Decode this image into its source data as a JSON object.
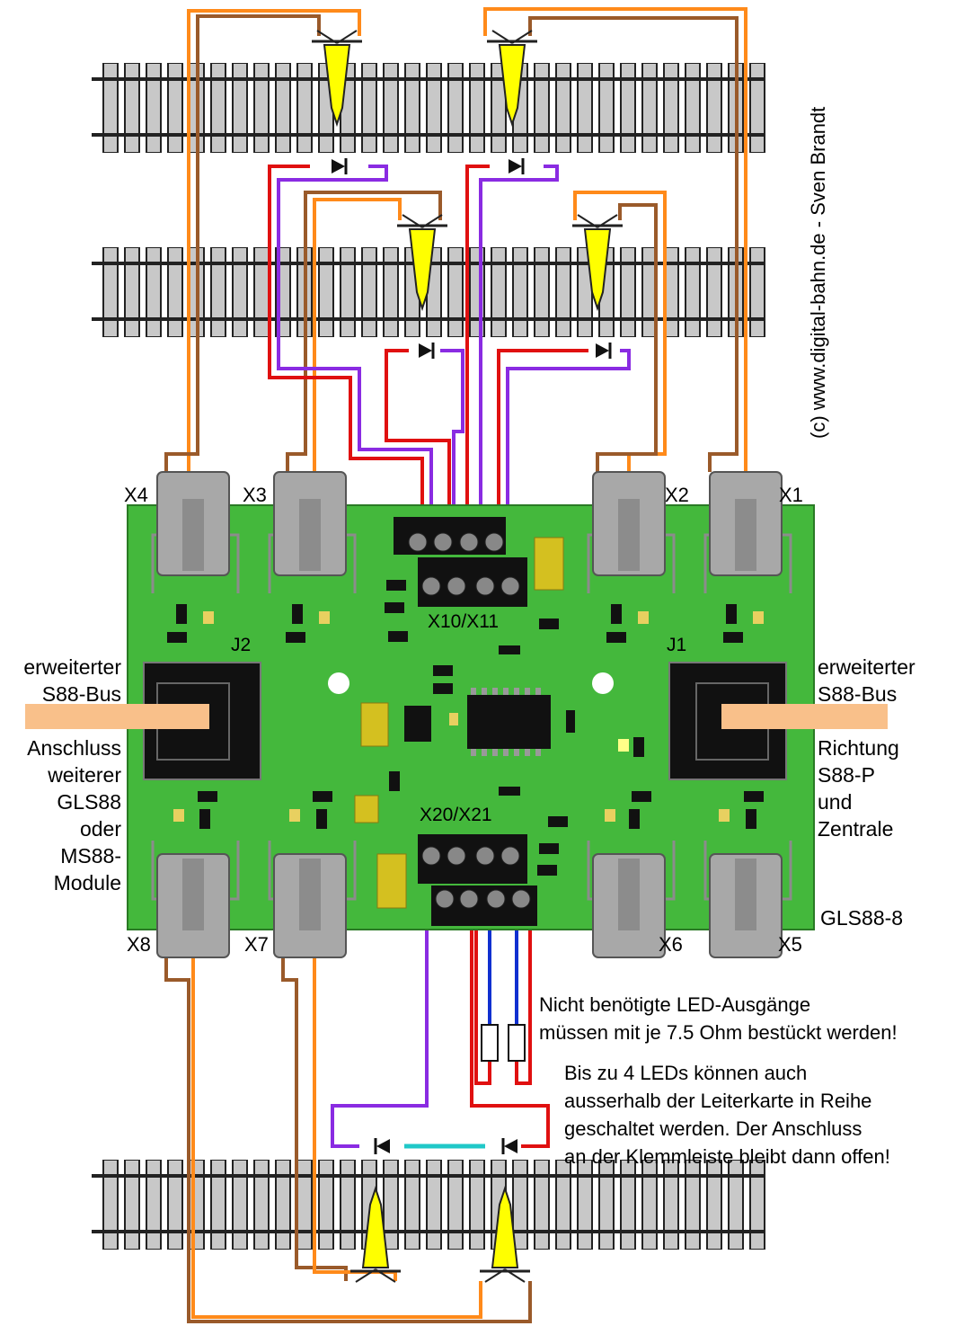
{
  "copyright": "(c) www.digital-bahn.de - Sven Brandt",
  "connectors": {
    "top": [
      "X4",
      "X3",
      "X2",
      "X1"
    ],
    "bottom": [
      "X8",
      "X7",
      "X6",
      "X5"
    ],
    "terminal_top": "X10/X11",
    "terminal_bottom": "X20/X21",
    "jack_left": "J2",
    "jack_right": "J1"
  },
  "board_name": "GLS88-8",
  "left_note": [
    "erweiterter",
    "S88-Bus",
    "Anschluss",
    "weiterer",
    "GLS88",
    "oder",
    "MS88-",
    "Module"
  ],
  "right_note": [
    "erweiterter",
    "S88-Bus",
    "Richtung",
    "S88-P",
    "und",
    "Zentrale"
  ],
  "resistor_note": [
    "Nicht benötigte LED-Ausgänge",
    "müssen mit je 7.5 Ohm bestückt werden!"
  ],
  "series_note": [
    "Bis zu 4 LEDs können auch",
    "ausserhalb der Leiterkarte in Reihe",
    "geschaltet werden. Der Anschluss",
    "an der Klemmleiste bleibt dann offen!"
  ],
  "colors": {
    "pcb": "#44b83c",
    "rail_sleeper": "#c8c8c8",
    "wire_orange": "#ff8a1a",
    "wire_brown": "#9a5a2a",
    "wire_red": "#e01010",
    "wire_purple": "#8a2be2",
    "wire_blue": "#1030d0",
    "wire_cyan": "#20c8c8",
    "sensor_yellow": "#ffff00",
    "bus_cable": "#f9c08a"
  }
}
